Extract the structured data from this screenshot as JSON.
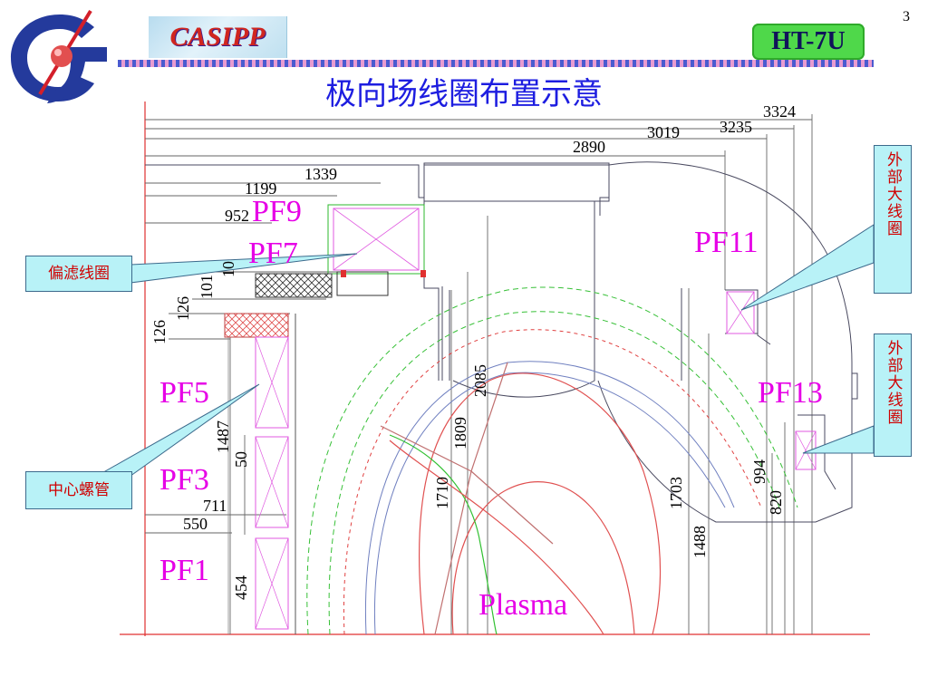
{
  "header": {
    "casipp": "CASIPP",
    "ht7u": "HT-7U",
    "page_number": "3",
    "title": "极向场线圈布置示意"
  },
  "colors": {
    "title": "#1d1de0",
    "coil_label": "#e600e6",
    "callout_bg": "#b8f2f7",
    "callout_text": "#d00000",
    "ht7u_badge": "#4fd84a",
    "casipp_text": "#d0261f"
  },
  "coils": {
    "pf9": "PF9",
    "pf7": "PF7",
    "pf5": "PF5",
    "pf3": "PF3",
    "pf1": "PF1",
    "pf11": "PF11",
    "pf13": "PF13"
  },
  "plasma_label": "Plasma",
  "callouts": {
    "filter_coil": "偏滤线圈",
    "central_solenoid": "中心螺管",
    "outer_coil_1": "外部大线圈",
    "outer_coil_2": "外部大线圈"
  },
  "dimensions": {
    "d3324": "3324",
    "d3235": "3235",
    "d3019": "3019",
    "d2890": "2890",
    "d1339": "1339",
    "d1199": "1199",
    "d952": "952",
    "d10": "10",
    "d101": "101",
    "d126a": "126",
    "d126b": "126",
    "d2085": "2085",
    "d1809": "1809",
    "d1710": "1710",
    "d1487": "1487",
    "d50": "50",
    "d711": "711",
    "d550": "550",
    "d454": "454",
    "d1703": "1703",
    "d1488": "1488",
    "d994": "994",
    "d820": "820"
  }
}
